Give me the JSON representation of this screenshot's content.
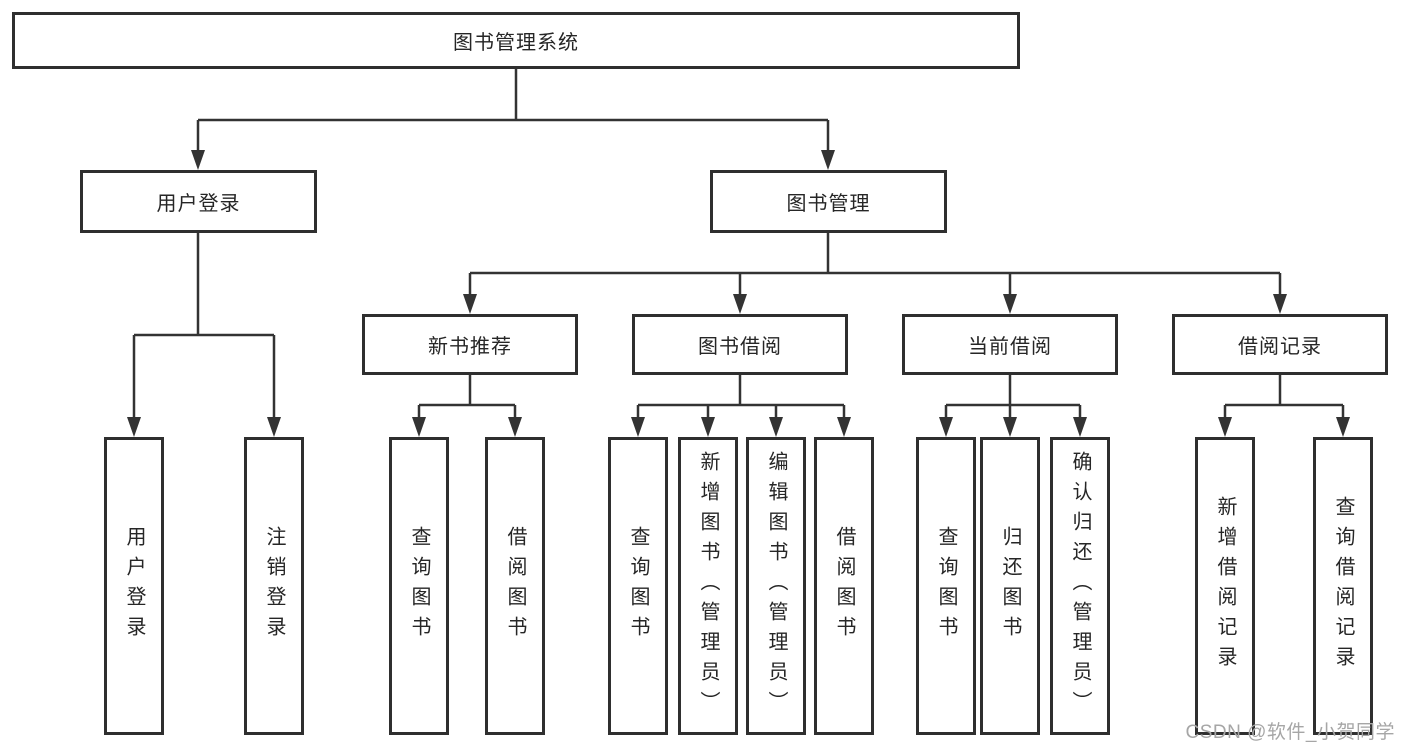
{
  "diagram": {
    "root": {
      "label": "图书管理系统"
    },
    "branches": [
      {
        "label": "用户登录",
        "children": [
          {
            "label": "用户登录"
          },
          {
            "label": "注销登录"
          }
        ]
      },
      {
        "label": "图书管理",
        "children": [
          {
            "label": "新书推荐",
            "children": [
              {
                "label": "查询图书"
              },
              {
                "label": "借阅图书"
              }
            ]
          },
          {
            "label": "图书借阅",
            "children": [
              {
                "label": "查询图书"
              },
              {
                "label": "新增图书（管理员）"
              },
              {
                "label": "编辑图书（管理员）"
              },
              {
                "label": "借阅图书"
              }
            ]
          },
          {
            "label": "当前借阅",
            "children": [
              {
                "label": "查询图书"
              },
              {
                "label": "归还图书"
              },
              {
                "label": "确认归还（管理员）"
              }
            ]
          },
          {
            "label": "借阅记录",
            "children": [
              {
                "label": "新增借阅记录"
              },
              {
                "label": "查询借阅记录"
              }
            ]
          }
        ]
      }
    ]
  },
  "watermark": "CSDN @软件_小贺同学",
  "colors": {
    "border": "#2f2f2f",
    "line": "#333333",
    "text": "#262626",
    "background": "#ffffff",
    "watermark": "#a6a6a6"
  }
}
